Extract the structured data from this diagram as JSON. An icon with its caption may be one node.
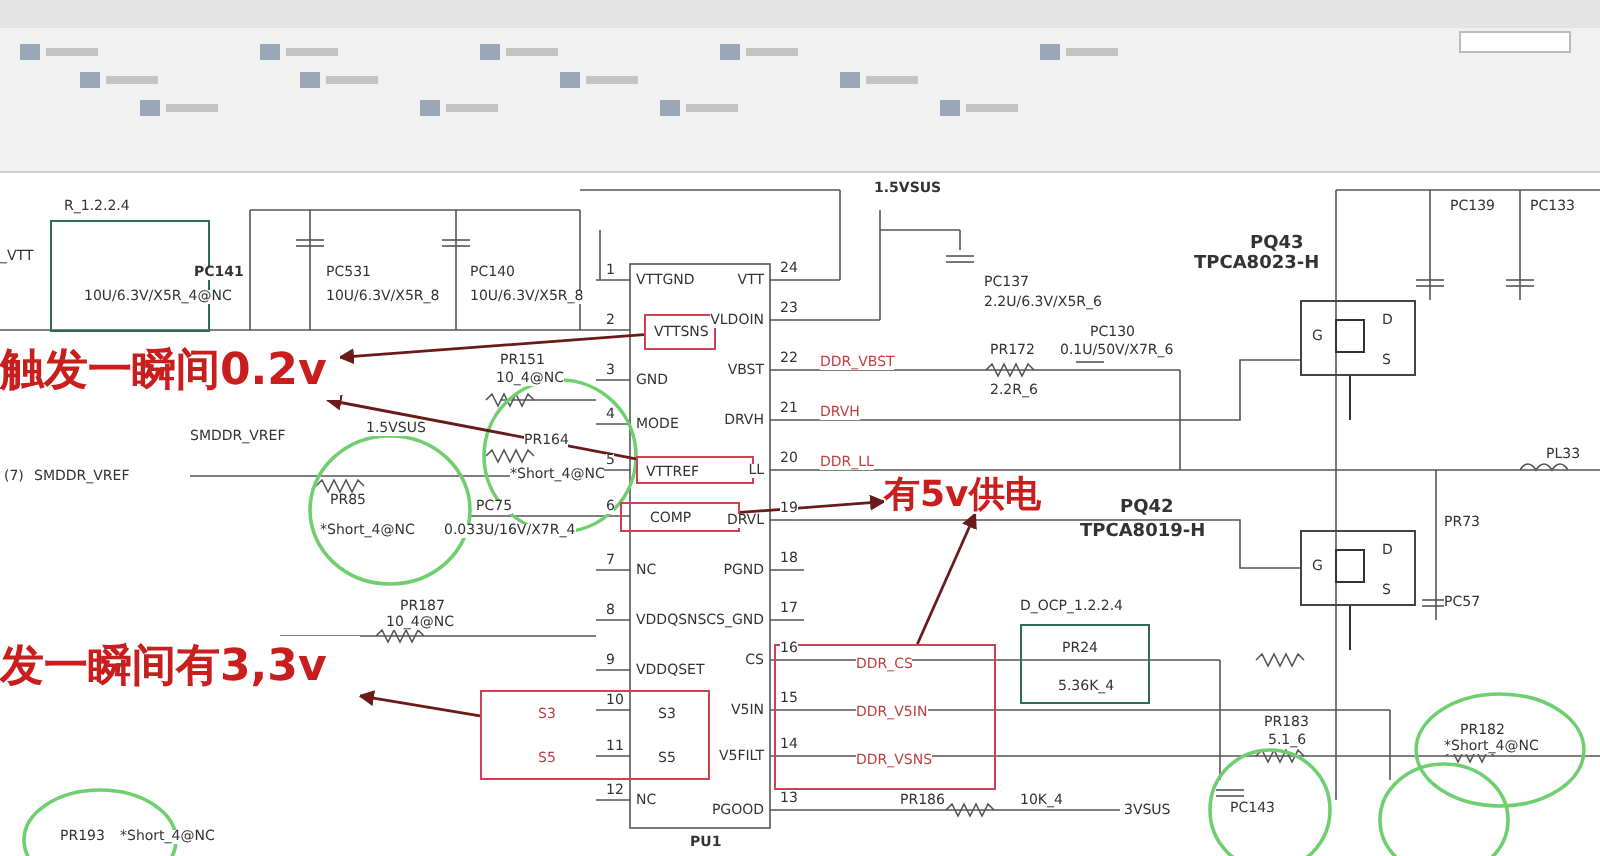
{
  "diagram": {
    "nodes": [
      {
        "text": [
          "触发一瞬间0.2v"
        ]
      },
      {
        "text": [
          "有5v供电"
        ]
      },
      {
        "text": [
          "发一瞬间有3,3v"
        ]
      },
      {
        "text": [
          "VTTSNS"
        ]
      },
      {
        "text": [
          "VTTREF"
        ]
      },
      {
        "text": [
          "COMP"
        ]
      },
      {
        "text": [
          "S3",
          "S5",
          "S3",
          "S5"
        ]
      },
      {
        "text": [
          "DDR_CS",
          "DDR_V5IN",
          "DDR_VSNS"
        ]
      },
      {
        "text": [
          "PR24",
          "5.36K_4"
        ],
        "beside": [
          "D_OCP_1.2.2.4"
        ]
      },
      {
        "text": [
          "G",
          "D",
          "S"
        ],
        "beside": [
          "PQ43",
          "TPCA8023-H"
        ]
      },
      {
        "text": [
          "G",
          "D",
          "S"
        ],
        "beside": [
          "PQ42",
          "TPCA8019-H"
        ]
      },
      {
        "text": [],
        "shape": "box",
        "beside": [
          "R_1.2.2.4"
        ]
      }
    ],
    "edges": [
      {
        "from": 3,
        "to": 0,
        "arrow": "to"
      },
      {
        "from": 4,
        "to": 0,
        "arrow": "to"
      },
      {
        "from": 5,
        "to": 1,
        "arrow": "to"
      },
      {
        "from": 7,
        "to": 1,
        "arrow": "to"
      },
      {
        "from": 6,
        "to": 2,
        "arrow": "to"
      },
      {
        "from": null,
        "to": 9,
        "arrow": "none"
      },
      {
        "from": null,
        "to": 10,
        "arrow": "none"
      }
    ],
    "labels": [
      "1",
      "VTTGND",
      "3",
      "GND",
      "4",
      "MODE",
      "7",
      "NC",
      "8",
      "VDDQSNS",
      "9",
      "VDDQSET",
      "12",
      "NC",
      "2",
      "5",
      "6",
      "10",
      "11",
      "24",
      "VTT",
      "23",
      "VLDOIN",
      "22",
      "VBST",
      "21",
      "DRVH",
      "20",
      "LL",
      "19",
      "DRVL",
      "18",
      "PGND",
      "17",
      "CS_GND",
      "16",
      "CS",
      "15",
      "V5IN",
      "14",
      "V5FILT",
      "13",
      "PGOOD",
      "PU1",
      "1.5VSUS",
      "PC137",
      "2.2U/6.3V/X5R_6",
      "PR172",
      "2.2R_6",
      "PC130",
      "0.1U/50V/X7R_6",
      "DDR_VBST",
      "DRVH",
      "DDR_LL",
      "PC139",
      "PC133",
      "PL33",
      "PR73",
      "PC57",
      "PR183",
      "5.1_6",
      "PR182",
      "*Short_4@NC",
      "PR186",
      "10K_4",
      "3VSUS",
      "PC143",
      "_VTT",
      "PC141",
      "10U/6.3V/X5R_4@NC",
      "PC531",
      "10U/6.3V/X5R_8",
      "PC140",
      "10U/6.3V/X5R_8",
      "PR151",
      "10_4@NC",
      "1.5VSUS",
      "PR164",
      "*Short_4@NC",
      "SMDDR_VREF",
      "(7)",
      "SMDDR_VREF",
      "PR85",
      "*Short_4@NC",
      "PC75",
      "0.033U/16V/X7R_4",
      "PR187",
      "10_4@NC",
      "PR193",
      "*Short_4@NC"
    ]
  }
}
